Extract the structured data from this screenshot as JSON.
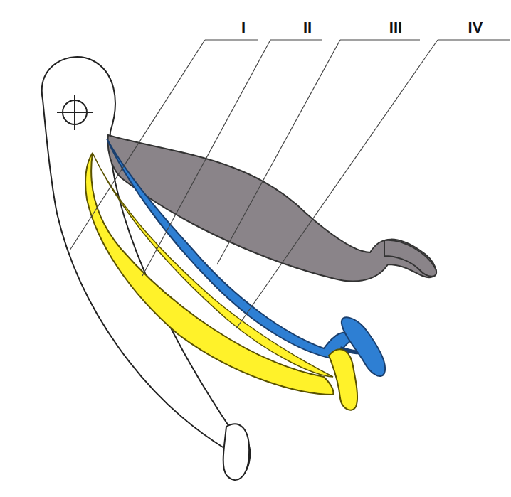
{
  "diagram": {
    "labels": [
      "I",
      "II",
      "III",
      "IV"
    ]
  }
}
